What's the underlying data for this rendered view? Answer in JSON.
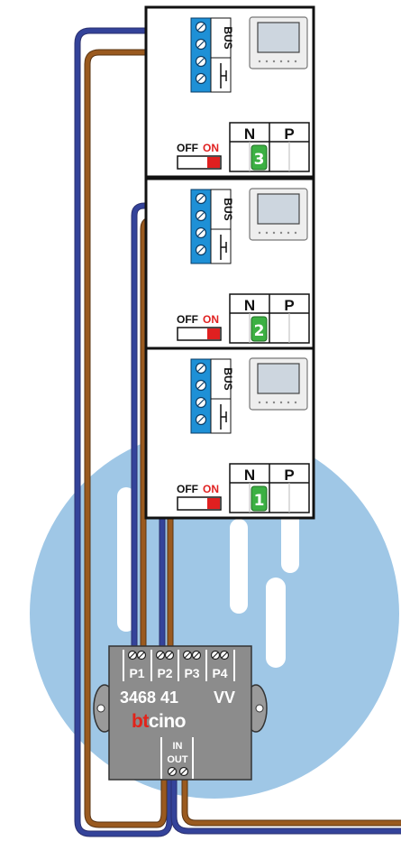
{
  "colors": {
    "background_circle": "#9fc7e6",
    "bus_wire_blue": "#34439a",
    "bus_wire_brown": "#9a5a1f",
    "terminal_block": "#1e90d6",
    "switch_on": "#e02020",
    "number_badge": "#3cb043",
    "interface_body": "#8c8c8c",
    "brand_red": "#e2231a"
  },
  "units": [
    {
      "bus_label": "BUS",
      "off_label": "OFF",
      "on_label": "ON",
      "n_label": "N",
      "p_label": "P",
      "number": "3"
    },
    {
      "bus_label": "BUS",
      "off_label": "OFF",
      "on_label": "ON",
      "n_label": "N",
      "p_label": "P",
      "number": "2"
    },
    {
      "bus_label": "BUS",
      "off_label": "OFF",
      "on_label": "ON",
      "n_label": "N",
      "p_label": "P",
      "number": "1"
    }
  ],
  "interface": {
    "ports": [
      "P1",
      "P2",
      "P3",
      "P4"
    ],
    "model": "3468 41",
    "model_suffix": "VV",
    "brand_b": "bt",
    "brand_rest": "cino",
    "in_label": "IN",
    "out_label": "OUT"
  }
}
